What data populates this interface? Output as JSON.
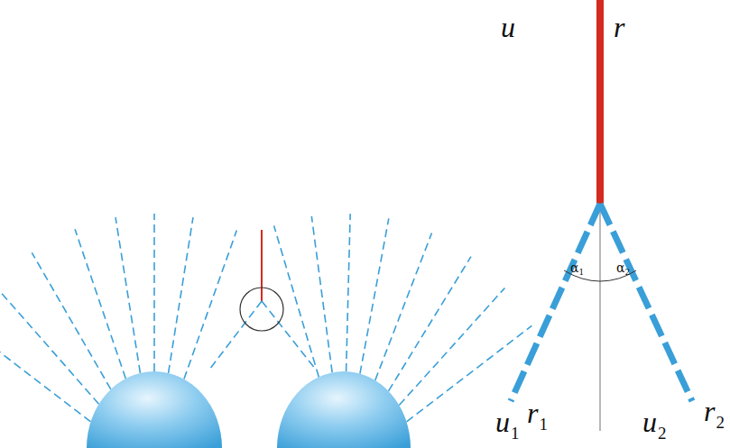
{
  "diagram": {
    "labels": [
      "u",
      "r",
      "u1",
      "r1",
      "u2",
      "r2",
      "α1",
      "α2"
    ]
  }
}
